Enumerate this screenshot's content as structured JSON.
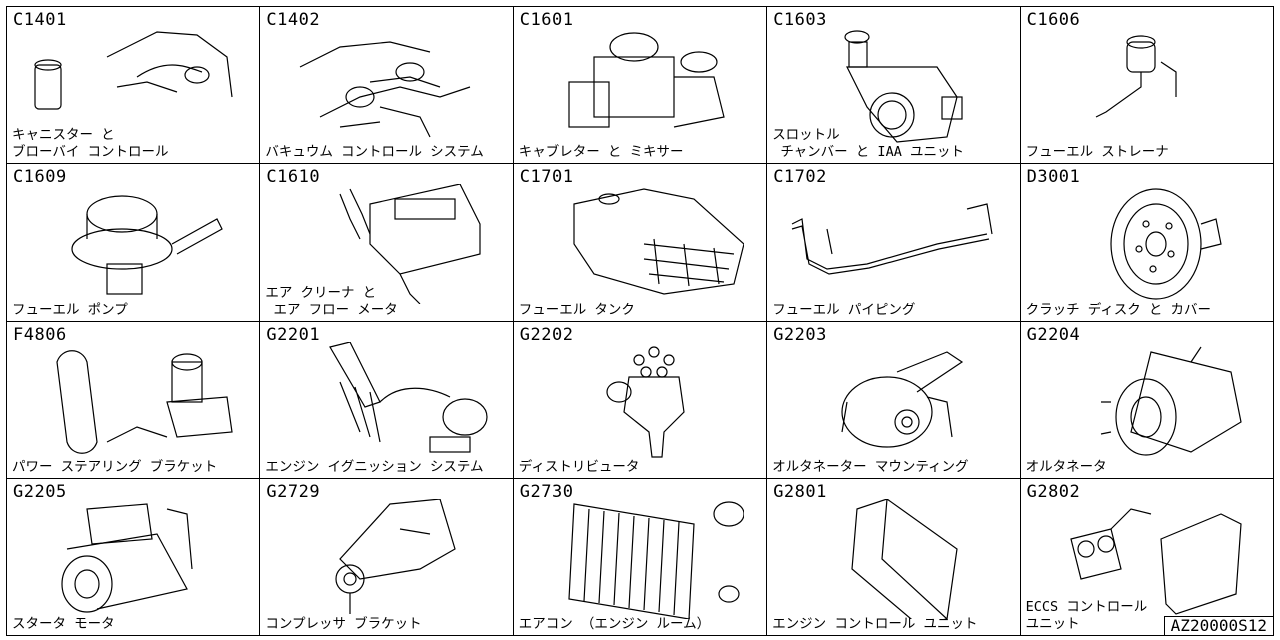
{
  "cells": [
    {
      "code": "C1401",
      "label": "キャニスター と\nブローバイ コントロール",
      "icon": "canister-blowby-icon"
    },
    {
      "code": "C1402",
      "label": "バキュウム コントロール システム",
      "icon": "vacuum-control-icon"
    },
    {
      "code": "C1601",
      "label": "キャブレター と ミキサー",
      "icon": "carburetor-icon"
    },
    {
      "code": "C1603",
      "label": "スロットル\n チャンバー と IAA ユニット",
      "icon": "throttle-chamber-icon"
    },
    {
      "code": "C1606",
      "label": "フューエル ストレーナ",
      "icon": "fuel-strainer-icon"
    },
    {
      "code": "C1609",
      "label": "フューエル ポンプ",
      "icon": "fuel-pump-icon"
    },
    {
      "code": "C1610",
      "label": "エア クリーナ と\n エア フロー メータ",
      "icon": "air-cleaner-icon"
    },
    {
      "code": "C1701",
      "label": "フューエル タンク",
      "icon": "fuel-tank-icon"
    },
    {
      "code": "C1702",
      "label": "フューエル パイピング",
      "icon": "fuel-piping-icon"
    },
    {
      "code": "D3001",
      "label": "クラッチ ディスク と カバー",
      "icon": "clutch-disc-icon"
    },
    {
      "code": "F4806",
      "label": "パワー ステアリング ブラケット",
      "icon": "power-steering-icon"
    },
    {
      "code": "G2201",
      "label": "エンジン イグニッション システム",
      "icon": "ignition-system-icon"
    },
    {
      "code": "G2202",
      "label": "ディストリビュータ",
      "icon": "distributor-icon"
    },
    {
      "code": "G2203",
      "label": "オルタネーター マウンティング",
      "icon": "alternator-mounting-icon"
    },
    {
      "code": "G2204",
      "label": "オルタネータ",
      "icon": "alternator-icon"
    },
    {
      "code": "G2205",
      "label": "スタータ モータ",
      "icon": "starter-motor-icon"
    },
    {
      "code": "G2729",
      "label": "コンプレッサ ブラケット",
      "icon": "compressor-bracket-icon"
    },
    {
      "code": "G2730",
      "label": "エアコン （エンジン ルーム）",
      "icon": "aircon-icon"
    },
    {
      "code": "G2801",
      "label": "エンジン コントロール ユニット",
      "icon": "engine-control-unit-icon"
    },
    {
      "code": "G2802",
      "label": "ECCS コントロール\nユニット",
      "icon": "eccs-control-unit-icon"
    }
  ],
  "stamp": "AZ20000S12"
}
